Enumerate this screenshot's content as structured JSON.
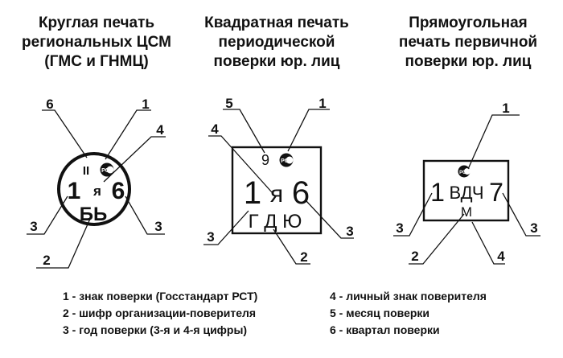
{
  "stamps": {
    "round": {
      "title": [
        "Круглая печать",
        "региональных ЦСМ",
        "(ГМС и ГНМЦ)"
      ],
      "quarter": "II",
      "digit1": "1",
      "letter": "я",
      "digit2": "6",
      "code": "БЬ",
      "callouts": {
        "c6": "6",
        "c1": "1",
        "c4": "4",
        "c3l": "3",
        "c3r": "3",
        "c2": "2"
      }
    },
    "square": {
      "title": [
        "Квадратная печать",
        "периодической",
        "поверки юр. лиц"
      ],
      "month": "9",
      "digit1": "1",
      "letter": "я",
      "digit2": "6",
      "code": "Г Д Ю",
      "callouts": {
        "c5": "5",
        "c1": "1",
        "c4": "4",
        "c3l": "3",
        "c3r": "3",
        "c2": "2"
      }
    },
    "rect": {
      "title": [
        "Прямоугольная",
        "печать первичной",
        "поверки юр. лиц"
      ],
      "digit1": "1",
      "code": "ВДЧ",
      "digit2": "7",
      "letter": "М",
      "callouts": {
        "c1": "1",
        "c3l": "3",
        "c3r": "3",
        "c2": "2",
        "c4": "4"
      }
    }
  },
  "legend": {
    "items": [
      "1 - знак поверки (Госстандарт РСТ)",
      "2 -  шифр организации-поверителя",
      "3 - год поверки (3-я и 4-я цифры)",
      "4 - личный знак поверителя",
      "5 - месяц поверки",
      "6 - квартал поверки"
    ]
  }
}
